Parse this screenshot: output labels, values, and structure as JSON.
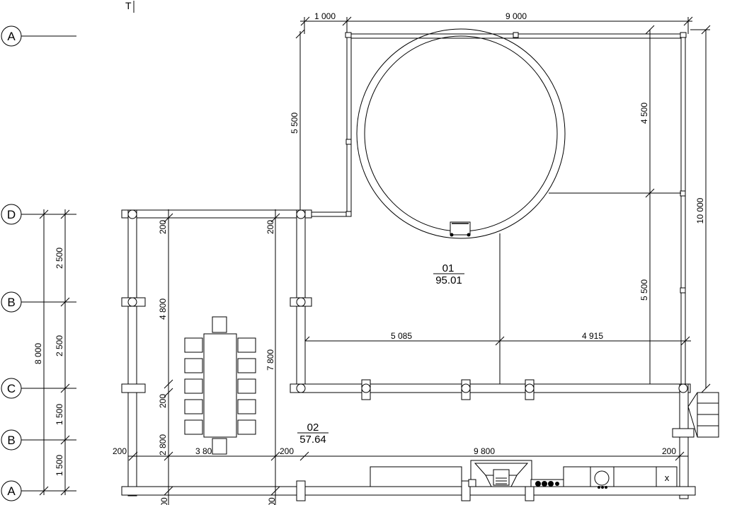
{
  "corner_mark": "T",
  "axes": {
    "A_top": "A",
    "D": "D",
    "B_upper": "B",
    "C": "C",
    "B_lower": "B",
    "A_bottom": "A"
  },
  "rooms": [
    {
      "number": "01",
      "area": "95.01"
    },
    {
      "number": "02",
      "area": "57.64"
    }
  ],
  "dimensions": {
    "top_left": "1 000",
    "top_main": "9 000",
    "left_pool": "5 500",
    "right_upper": "4 500",
    "right_lower": "5 500",
    "right_total": "10 000",
    "grid_DB": "2 500",
    "grid_BC": "2 500",
    "grid_CB": "1 500",
    "grid_BA": "1 500",
    "grid_total": "8 000",
    "dining_upper": "200",
    "dining_mid": "4 800",
    "dining_lower": "200",
    "dining_bottom": "2 800",
    "dining_right_upper": "200",
    "dining_right_total": "7 800",
    "lower_left_edge": "200",
    "dining_width": "3 800",
    "lower_gap": "200",
    "lower_main": "9 800",
    "lower_right_edge": "200",
    "pool_left": "5 085",
    "pool_right": "4 915",
    "cut_left": "00",
    "cut_right": "00"
  },
  "fixtures": {
    "sink_mark": "x"
  }
}
